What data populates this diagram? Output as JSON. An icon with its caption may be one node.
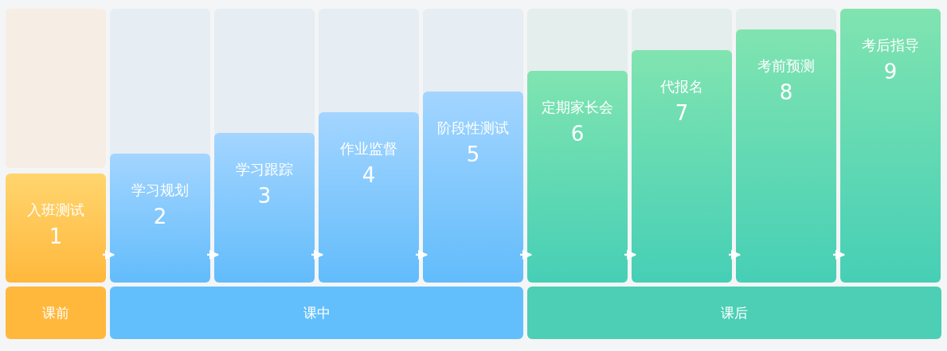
{
  "diagram": {
    "nodes": [
      {
        "text": [
          "入班测试",
          "1"
        ]
      },
      {
        "text": [
          "学习规划",
          "2"
        ]
      },
      {
        "text": [
          "学习跟踪",
          "3"
        ]
      },
      {
        "text": [
          "作业监督",
          "4"
        ]
      },
      {
        "text": [
          "阶段性测试",
          "5"
        ]
      },
      {
        "text": [
          "定期家长会",
          "6"
        ]
      },
      {
        "text": [
          "代报名",
          "7"
        ]
      },
      {
        "text": [
          "考前预测",
          "8"
        ]
      },
      {
        "text": [
          "考后指导",
          "9"
        ]
      },
      {
        "text": [
          "课前"
        ]
      },
      {
        "text": [
          "课中"
        ]
      },
      {
        "text": [
          "课后"
        ]
      }
    ],
    "edges": [
      {
        "from": 0,
        "to": 1,
        "arrow": "to"
      },
      {
        "from": 1,
        "to": 2,
        "arrow": "to"
      },
      {
        "from": 2,
        "to": 3,
        "arrow": "to"
      },
      {
        "from": 3,
        "to": 4,
        "arrow": "to"
      },
      {
        "from": 4,
        "to": 5,
        "arrow": "to"
      },
      {
        "from": 5,
        "to": 6,
        "arrow": "to"
      },
      {
        "from": 6,
        "to": 7,
        "arrow": "to"
      },
      {
        "from": 7,
        "to": 8,
        "arrow": "to"
      }
    ]
  }
}
